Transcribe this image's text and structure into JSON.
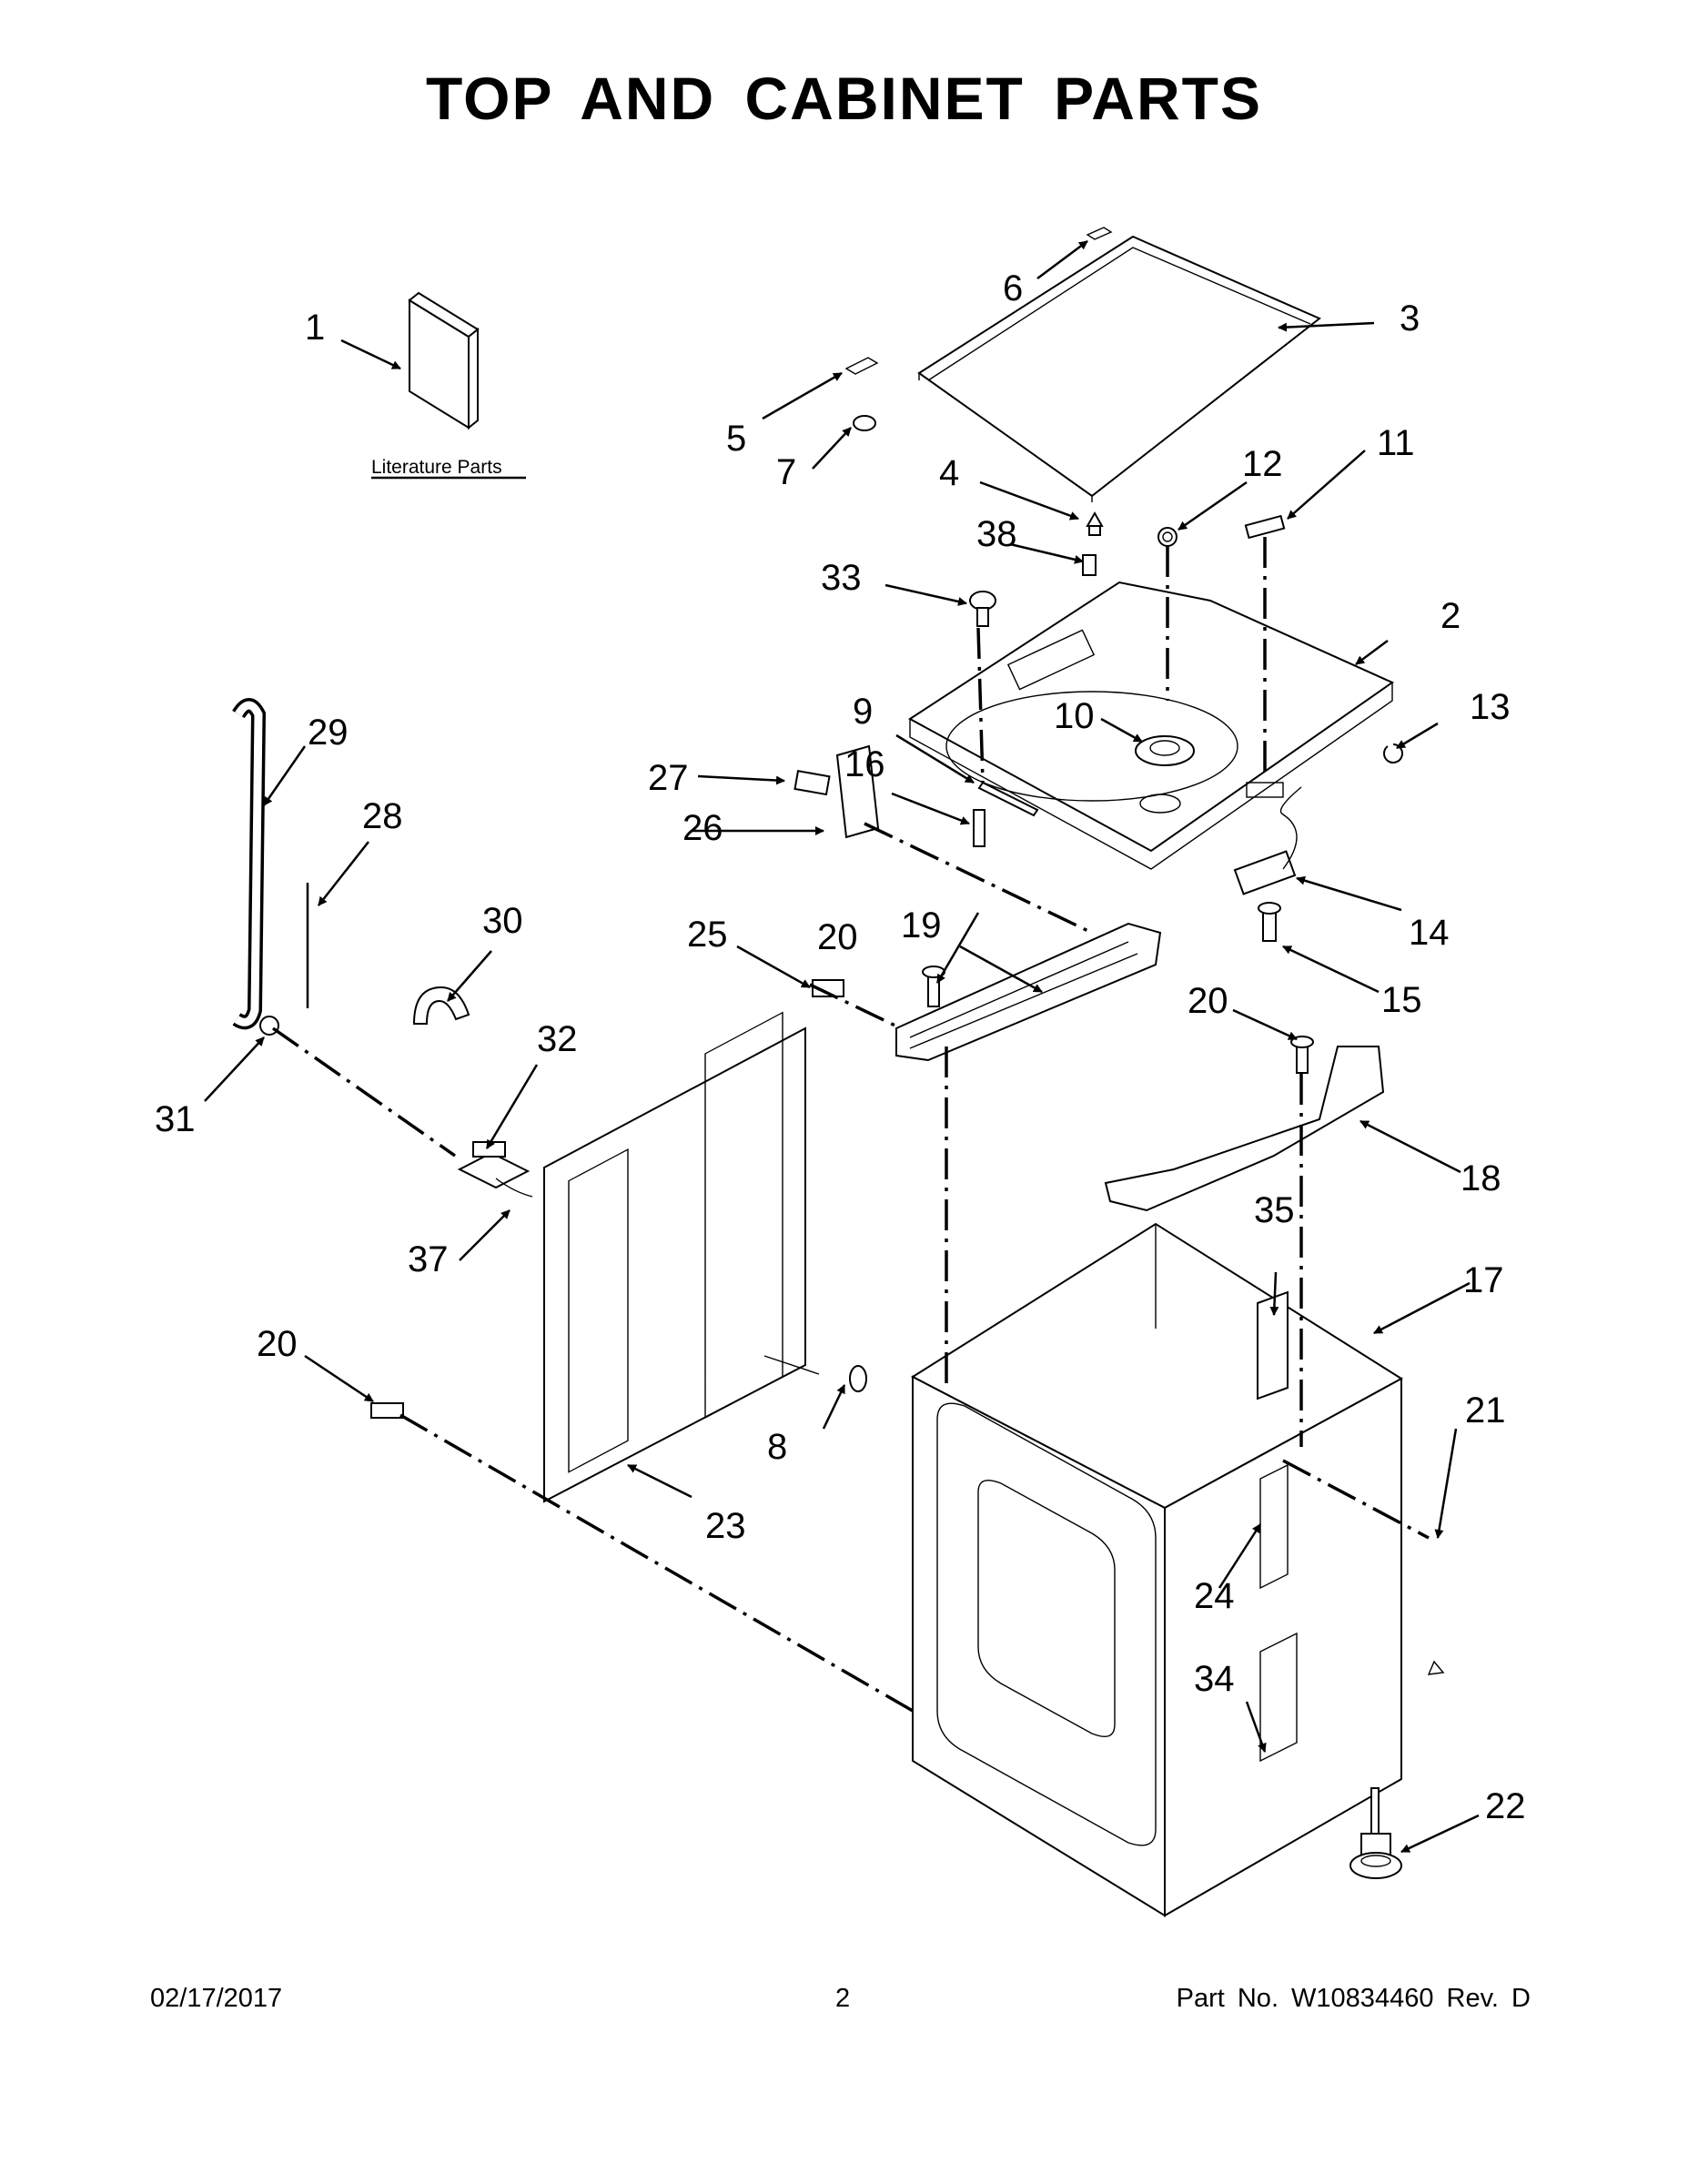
{
  "title": "TOP AND CABINET PARTS",
  "literature_label": "Literature Parts",
  "footer": {
    "date": "02/17/2017",
    "page": "2",
    "part_no": "Part No.  W10834460  Rev.  D"
  },
  "callouts": [
    "1",
    "2",
    "3",
    "4",
    "5",
    "6",
    "7",
    "8",
    "9",
    "10",
    "11",
    "12",
    "13",
    "14",
    "15",
    "16",
    "17",
    "18",
    "19",
    "20",
    "20",
    "20",
    "21",
    "22",
    "23",
    "24",
    "25",
    "26",
    "27",
    "28",
    "29",
    "30",
    "31",
    "32",
    "33",
    "34",
    "35",
    "37",
    "38"
  ]
}
